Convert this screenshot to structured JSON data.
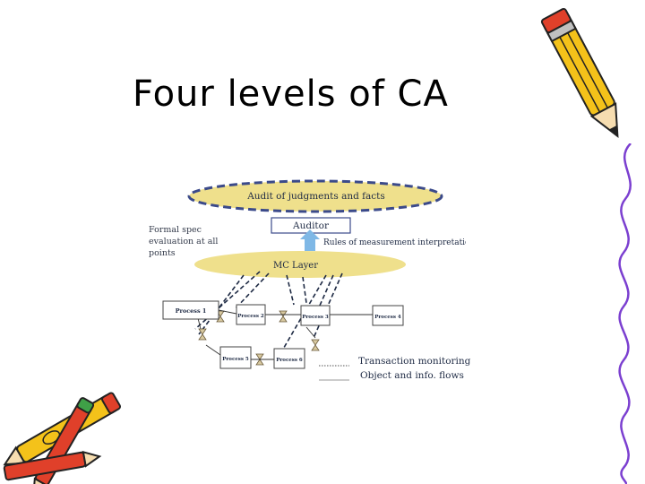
{
  "slide": {
    "title": "Four levels of CA"
  },
  "diagram": {
    "audit_label": "Audit of judgments and facts",
    "auditor_label": "Auditor",
    "mc_label": "MC Layer",
    "rules_label": "Rules of measurement interpretation",
    "formal_spec_lines": [
      "Formal spec",
      "evaluation at all",
      "points"
    ],
    "processes": [
      "Process 1",
      "Process 2",
      "Process 3",
      "Process 4",
      "Process 5",
      "Process 6"
    ],
    "legend": {
      "transaction": "Transaction monitoring",
      "object_flows": "Object and info. flows"
    }
  },
  "colors": {
    "ellipse_fill": "#efe08c",
    "ellipse_stroke": "#3b4a8a",
    "arrow_blue": "#7fb8e6",
    "pencil_yellow": "#f4c21a",
    "pencil_red": "#e0402a",
    "pencil_green": "#3fa047",
    "scroll_line": "#7b3fd0"
  }
}
